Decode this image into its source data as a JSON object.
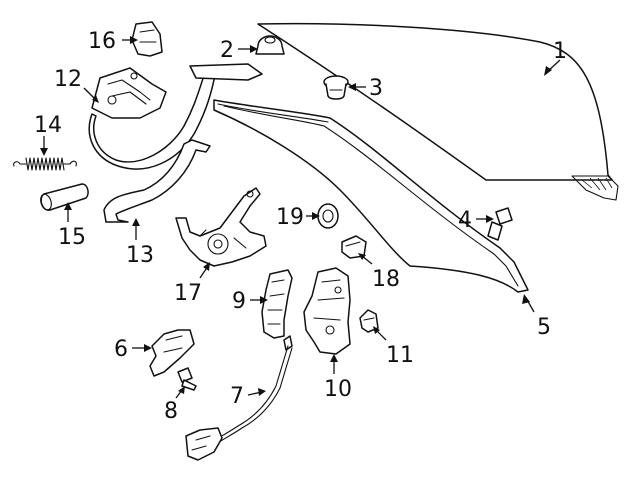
{
  "diagram": {
    "colors": {
      "line": "#111111",
      "background": "#ffffff"
    },
    "callouts": [
      {
        "id": "1",
        "label": "1"
      },
      {
        "id": "2",
        "label": "2"
      },
      {
        "id": "3",
        "label": "3"
      },
      {
        "id": "4",
        "label": "4"
      },
      {
        "id": "5",
        "label": "5"
      },
      {
        "id": "6",
        "label": "6"
      },
      {
        "id": "7",
        "label": "7"
      },
      {
        "id": "8",
        "label": "8"
      },
      {
        "id": "9",
        "label": "9"
      },
      {
        "id": "10",
        "label": "10"
      },
      {
        "id": "11",
        "label": "11"
      },
      {
        "id": "12",
        "label": "12"
      },
      {
        "id": "13",
        "label": "13"
      },
      {
        "id": "14",
        "label": "14"
      },
      {
        "id": "15",
        "label": "15"
      },
      {
        "id": "16",
        "label": "16"
      },
      {
        "id": "17",
        "label": "17"
      },
      {
        "id": "18",
        "label": "18"
      },
      {
        "id": "19",
        "label": "19"
      }
    ]
  }
}
